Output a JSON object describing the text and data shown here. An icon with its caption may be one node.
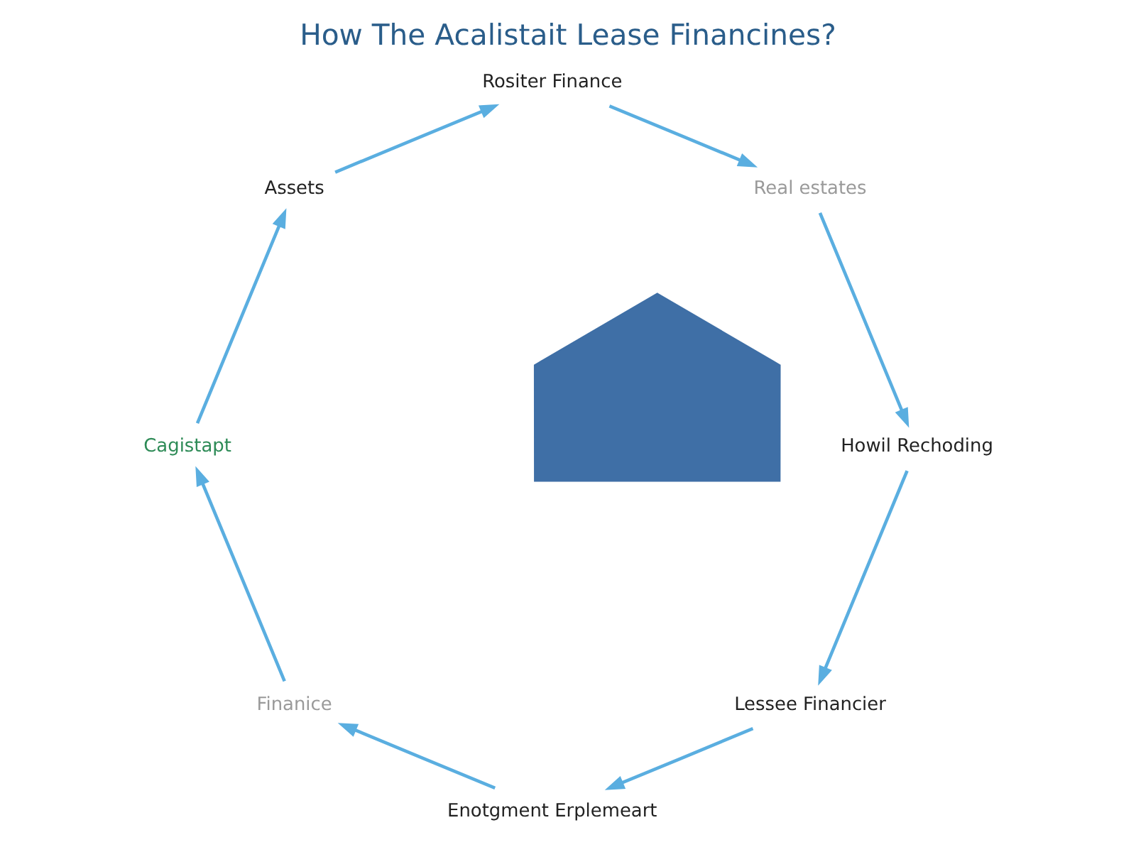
{
  "diagram": {
    "title": "How The Acalistait Lease Financines?",
    "nodes": [
      {
        "text": [
          "Lessee Financier"
        ]
      },
      {
        "text": [
          "Enotgment Erplemeart"
        ]
      },
      {
        "text": [
          "Finanice"
        ]
      },
      {
        "text": [
          "Cagistapt"
        ]
      },
      {
        "text": [
          "Assets"
        ]
      },
      {
        "text": [
          "Rositer Finance"
        ]
      },
      {
        "text": [
          "Real estates"
        ]
      },
      {
        "text": [
          "Howil Rechoding"
        ]
      },
      {
        "text": [],
        "shape": "picture"
      }
    ],
    "edges": [
      {
        "from": 7,
        "to": 0,
        "arrow": "to"
      },
      {
        "from": 0,
        "to": 1,
        "arrow": "to"
      },
      {
        "from": 1,
        "to": 2,
        "arrow": "to"
      },
      {
        "from": 2,
        "to": 3,
        "arrow": "to"
      },
      {
        "from": 3,
        "to": 4,
        "arrow": "to"
      },
      {
        "from": 4,
        "to": 5,
        "arrow": "to"
      },
      {
        "from": 5,
        "to": 6,
        "arrow": "to"
      },
      {
        "from": 6,
        "to": 7,
        "arrow": "to"
      }
    ]
  }
}
